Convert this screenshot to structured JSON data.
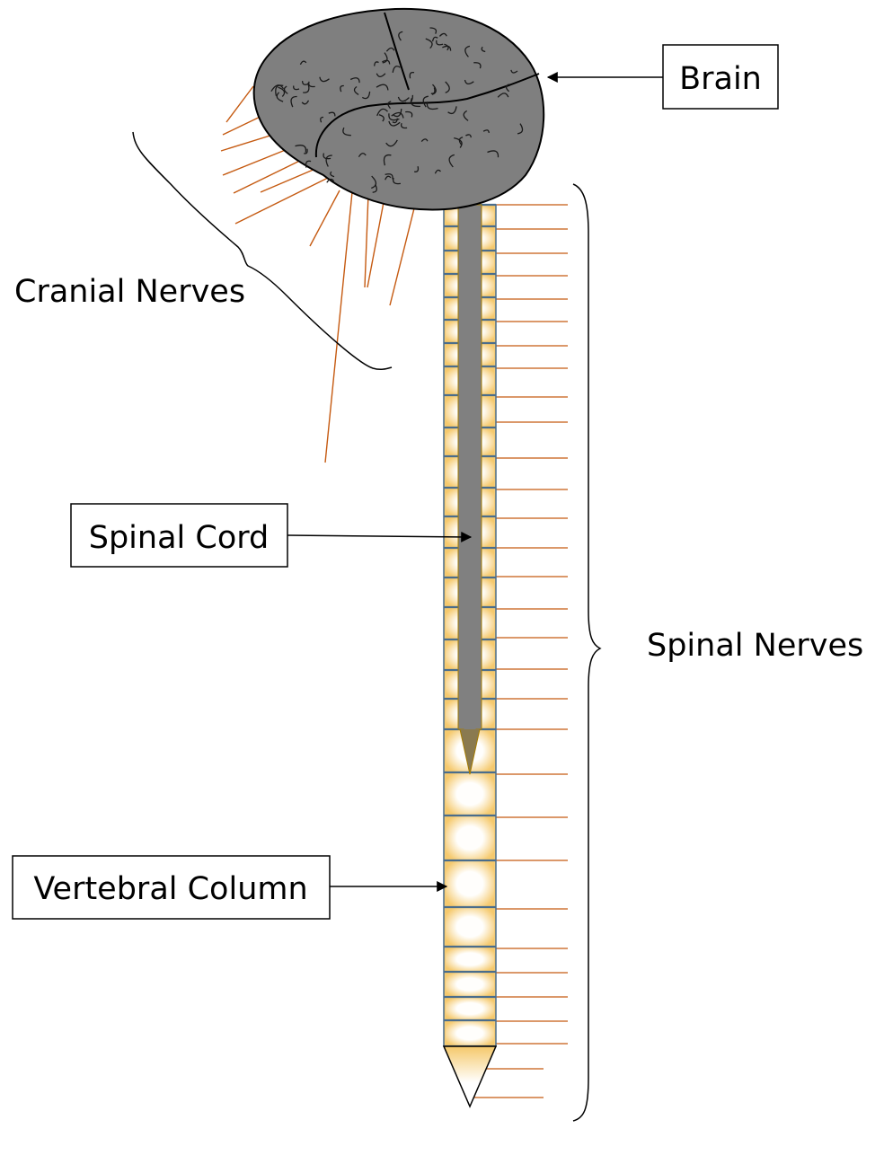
{
  "diagram": {
    "brain_label": "Brain",
    "spinal_cord_label": "Spinal Cord",
    "vertebral_column_label": "Vertebral Column",
    "cranial_nerves_label": "Cranial Nerves",
    "spinal_nerves_label": "Spinal Nerves"
  },
  "colors": {
    "brain_fill": "#7f7f7f",
    "cord_fill": "#808080",
    "nerve": "#c55a11",
    "vertebra_border": "#4a6d8c",
    "vertebra_glow": "#ffd966",
    "outline": "#000000"
  }
}
